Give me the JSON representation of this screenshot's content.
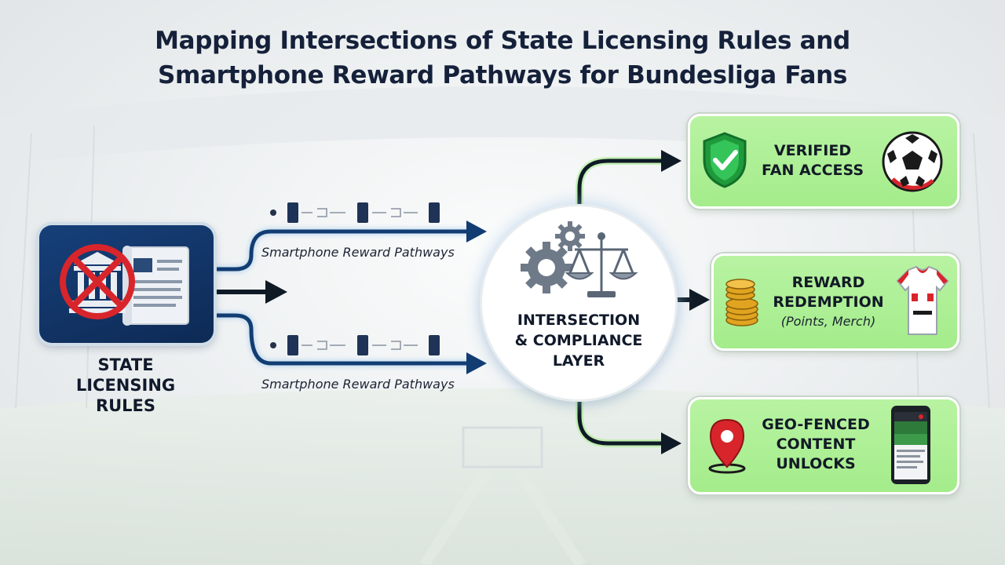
{
  "title": {
    "line1": "Mapping Intersections of State Licensing Rules and",
    "line2": "Smartphone Reward Pathways for Bundesliga Fans"
  },
  "source": {
    "label_line1": "STATE",
    "label_line2": "LICENSING",
    "label_line3": "RULES"
  },
  "pathways": [
    {
      "label": "Smartphone Reward Pathways"
    },
    {
      "label": "Smartphone Reward Pathways"
    }
  ],
  "hub": {
    "line1": "INTERSECTION",
    "line2": "& COMPLIANCE",
    "line3": "LAYER"
  },
  "outcomes": [
    {
      "line1": "VERIFIED",
      "line2": "FAN ACCESS",
      "icon": "shield-check-icon"
    },
    {
      "line1": "REWARD",
      "line2": "REDEMPTION",
      "sub": "(Points, Merch)",
      "icon": "coins-icon"
    },
    {
      "line1": "GEO-FENCED",
      "line2": "CONTENT",
      "line3": "UNLOCKS",
      "icon": "map-pin-icon"
    }
  ],
  "colors": {
    "navy": "#0e2a55",
    "green_card": "#a4ec8b",
    "arrow_navy": "#123d73",
    "arrow_dark": "#0f1a26",
    "prohibited_red": "#d8252b"
  }
}
